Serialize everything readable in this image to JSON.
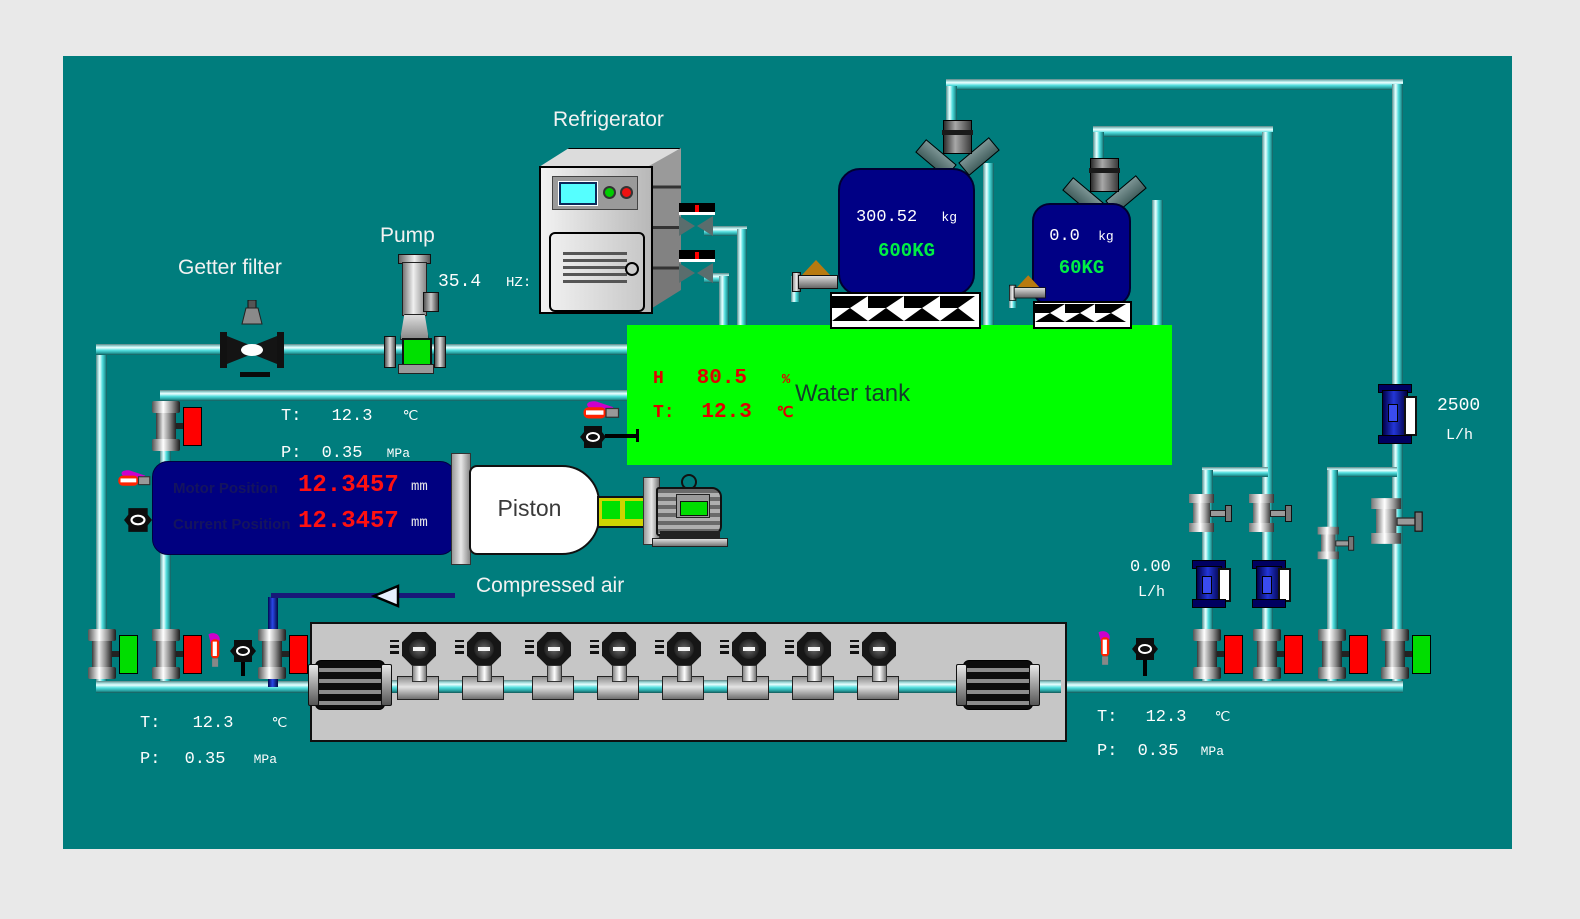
{
  "equipment_labels": {
    "refrigerator": "Refrigerator",
    "pump": "Pump",
    "getter_filter": "Getter filter",
    "water_tank": "Water tank",
    "piston": "Piston",
    "compressed_air": "Compressed air"
  },
  "pump": {
    "frequency": "35.4",
    "frequency_unit": "HZ:"
  },
  "hoppers": {
    "large": {
      "weight": "300.52",
      "weight_unit": "kg",
      "capacity": "600KG"
    },
    "small": {
      "weight": "0.0",
      "weight_unit": "kg",
      "capacity": "60KG"
    }
  },
  "water_tank": {
    "level_label": "H",
    "level_value": "80.5",
    "level_unit": "%",
    "temp_label": "T:",
    "temp_value": "12.3",
    "temp_unit": "℃"
  },
  "piston_inlet_readout": {
    "temp_label": "T:",
    "temp_value": "12.3",
    "temp_unit": "℃",
    "press_label": "P:",
    "press_value": "0.35",
    "press_unit": "MPa"
  },
  "position_panel": {
    "motor_label": "Motor Position",
    "motor_value": "12.3457",
    "motor_unit": "mm",
    "current_label": "Current Position",
    "current_value": "12.3457",
    "current_unit": "mm"
  },
  "bottom_left_readout": {
    "temp_label": "T:",
    "temp_value": "12.3",
    "temp_unit": "℃",
    "press_label": "P:",
    "press_value": "0.35",
    "press_unit": "MPa"
  },
  "bottom_right_readout": {
    "temp_label": "T:",
    "temp_value": "12.3",
    "temp_unit": "℃",
    "press_label": "P:",
    "press_value": "0.35",
    "press_unit": "MPa"
  },
  "flow_meters": {
    "main_flow_value": "2500",
    "main_flow_unit": "L/h",
    "branch_flow_value": "0.00",
    "branch_flow_unit": "L/h"
  },
  "colors": {
    "background": "#007d7d",
    "pipe_cyan": "#52dede",
    "air_pipe_blue": "#2a48e8",
    "alarm_red": "#ff0000",
    "ok_green": "#00dd00",
    "panel_navy": "#000080",
    "tank_green": "#00ff00",
    "value_red": "#ff0000"
  }
}
